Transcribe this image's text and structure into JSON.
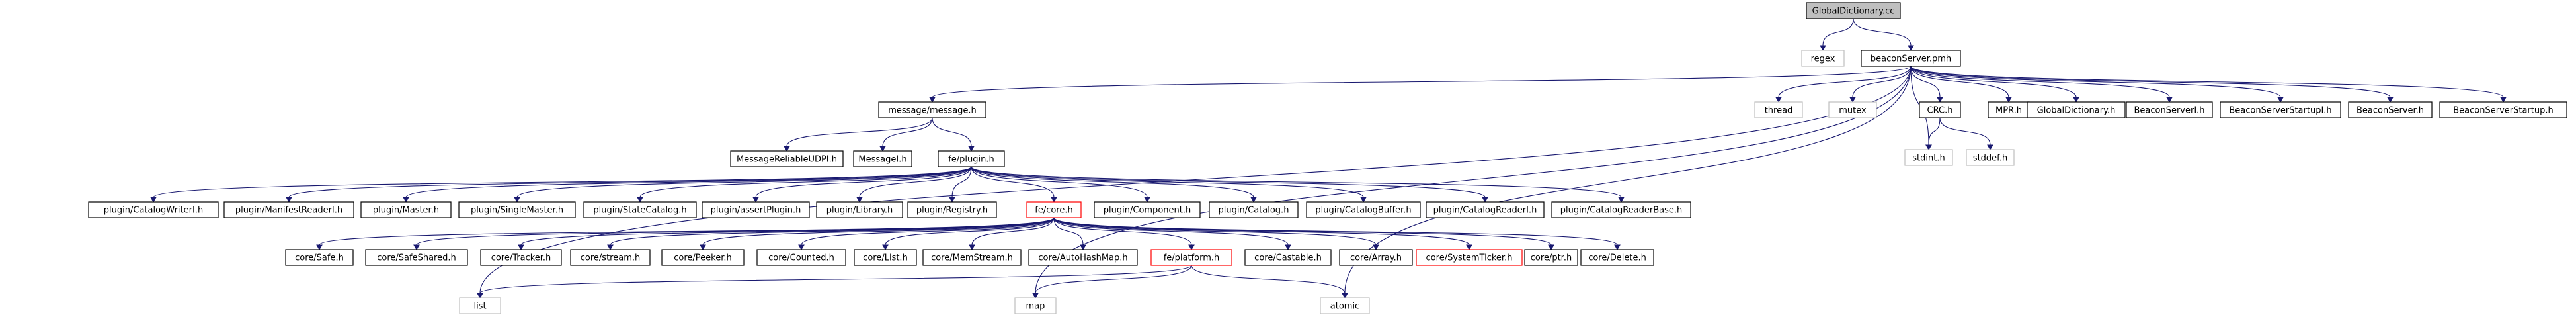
{
  "nodes": [
    {
      "id": "root",
      "label": "GlobalDictionary.cc",
      "style": "root"
    },
    {
      "id": "regex",
      "label": "regex",
      "style": "ext"
    },
    {
      "id": "beacon_pmh",
      "label": "beaconServer.pmh",
      "style": "plain"
    },
    {
      "id": "message_h",
      "label": "message/message.h",
      "style": "plain"
    },
    {
      "id": "thread",
      "label": "thread",
      "style": "ext"
    },
    {
      "id": "mutex",
      "label": "mutex",
      "style": "ext"
    },
    {
      "id": "crc_h",
      "label": "CRC.h",
      "style": "plain"
    },
    {
      "id": "mpr_h",
      "label": "MPR.h",
      "style": "plain"
    },
    {
      "id": "globaldict_h",
      "label": "GlobalDictionary.h",
      "style": "plain"
    },
    {
      "id": "beaconserveri_h",
      "label": "BeaconServerI.h",
      "style": "plain"
    },
    {
      "id": "beaconstartupi_h",
      "label": "BeaconServerStartupI.h",
      "style": "plain"
    },
    {
      "id": "beaconserver_h",
      "label": "BeaconServer.h",
      "style": "plain"
    },
    {
      "id": "beaconstartup_h",
      "label": "BeaconServerStartup.h",
      "style": "plain"
    },
    {
      "id": "stdint_h",
      "label": "stdint.h",
      "style": "ext"
    },
    {
      "id": "stddef_h",
      "label": "stddef.h",
      "style": "ext"
    },
    {
      "id": "msgreliable_h",
      "label": "MessageReliableUDPI.h",
      "style": "plain"
    },
    {
      "id": "messagei_h",
      "label": "MessageI.h",
      "style": "plain"
    },
    {
      "id": "plugin_h",
      "label": "fe/plugin.h",
      "style": "plain"
    },
    {
      "id": "p_catwriter",
      "label": "plugin/CatalogWriterI.h",
      "style": "plain"
    },
    {
      "id": "p_manifest",
      "label": "plugin/ManifestReaderI.h",
      "style": "plain"
    },
    {
      "id": "p_master",
      "label": "plugin/Master.h",
      "style": "plain"
    },
    {
      "id": "p_single",
      "label": "plugin/SingleMaster.h",
      "style": "plain"
    },
    {
      "id": "p_state",
      "label": "plugin/StateCatalog.h",
      "style": "plain"
    },
    {
      "id": "p_assert",
      "label": "plugin/assertPlugin.h",
      "style": "plain"
    },
    {
      "id": "p_library",
      "label": "plugin/Library.h",
      "style": "plain"
    },
    {
      "id": "p_registry",
      "label": "plugin/Registry.h",
      "style": "plain"
    },
    {
      "id": "core_h",
      "label": "fe/core.h",
      "style": "red"
    },
    {
      "id": "p_component",
      "label": "plugin/Component.h",
      "style": "plain"
    },
    {
      "id": "p_catalog",
      "label": "plugin/Catalog.h",
      "style": "plain"
    },
    {
      "id": "p_catbuffer",
      "label": "plugin/CatalogBuffer.h",
      "style": "plain"
    },
    {
      "id": "p_catreader",
      "label": "plugin/CatalogReaderI.h",
      "style": "plain"
    },
    {
      "id": "p_catreaderbase",
      "label": "plugin/CatalogReaderBase.h",
      "style": "plain"
    },
    {
      "id": "c_safe",
      "label": "core/Safe.h",
      "style": "plain"
    },
    {
      "id": "c_safeshared",
      "label": "core/SafeShared.h",
      "style": "plain"
    },
    {
      "id": "c_tracker",
      "label": "core/Tracker.h",
      "style": "plain"
    },
    {
      "id": "c_stream",
      "label": "core/stream.h",
      "style": "plain"
    },
    {
      "id": "c_peeker",
      "label": "core/Peeker.h",
      "style": "plain"
    },
    {
      "id": "c_counted",
      "label": "core/Counted.h",
      "style": "plain"
    },
    {
      "id": "c_list",
      "label": "core/List.h",
      "style": "plain"
    },
    {
      "id": "c_memstream",
      "label": "core/MemStream.h",
      "style": "plain"
    },
    {
      "id": "c_automap",
      "label": "core/AutoHashMap.h",
      "style": "plain"
    },
    {
      "id": "platform_h",
      "label": "fe/platform.h",
      "style": "red"
    },
    {
      "id": "c_castable",
      "label": "core/Castable.h",
      "style": "plain"
    },
    {
      "id": "c_array",
      "label": "core/Array.h",
      "style": "plain"
    },
    {
      "id": "c_systicker",
      "label": "core/SystemTicker.h",
      "style": "red"
    },
    {
      "id": "c_ptr",
      "label": "core/ptr.h",
      "style": "plain"
    },
    {
      "id": "c_delete",
      "label": "core/Delete.h",
      "style": "plain"
    },
    {
      "id": "list",
      "label": "list",
      "style": "ext"
    },
    {
      "id": "map",
      "label": "map",
      "style": "ext"
    },
    {
      "id": "atomic",
      "label": "atomic",
      "style": "ext"
    }
  ],
  "edges": [
    [
      "root",
      "regex"
    ],
    [
      "root",
      "beacon_pmh"
    ],
    [
      "beacon_pmh",
      "message_h"
    ],
    [
      "beacon_pmh",
      "thread"
    ],
    [
      "beacon_pmh",
      "mutex"
    ],
    [
      "beacon_pmh",
      "stdint_h"
    ],
    [
      "beacon_pmh",
      "crc_h"
    ],
    [
      "beacon_pmh",
      "mpr_h"
    ],
    [
      "beacon_pmh",
      "globaldict_h"
    ],
    [
      "beacon_pmh",
      "beaconserveri_h"
    ],
    [
      "beacon_pmh",
      "beaconstartupi_h"
    ],
    [
      "beacon_pmh",
      "beaconserver_h"
    ],
    [
      "beacon_pmh",
      "beaconstartup_h"
    ],
    [
      "beacon_pmh",
      "list"
    ],
    [
      "beacon_pmh",
      "map"
    ],
    [
      "beacon_pmh",
      "atomic"
    ],
    [
      "crc_h",
      "stdint_h"
    ],
    [
      "crc_h",
      "stddef_h"
    ],
    [
      "message_h",
      "msgreliable_h"
    ],
    [
      "message_h",
      "messagei_h"
    ],
    [
      "message_h",
      "plugin_h"
    ],
    [
      "plugin_h",
      "p_catwriter"
    ],
    [
      "plugin_h",
      "p_manifest"
    ],
    [
      "plugin_h",
      "p_master"
    ],
    [
      "plugin_h",
      "p_single"
    ],
    [
      "plugin_h",
      "p_state"
    ],
    [
      "plugin_h",
      "p_assert"
    ],
    [
      "plugin_h",
      "p_library"
    ],
    [
      "plugin_h",
      "p_registry"
    ],
    [
      "plugin_h",
      "core_h"
    ],
    [
      "plugin_h",
      "p_component"
    ],
    [
      "plugin_h",
      "p_catalog"
    ],
    [
      "plugin_h",
      "p_catbuffer"
    ],
    [
      "plugin_h",
      "p_catreader"
    ],
    [
      "plugin_h",
      "p_catreaderbase"
    ],
    [
      "core_h",
      "c_safe"
    ],
    [
      "core_h",
      "c_safeshared"
    ],
    [
      "core_h",
      "c_tracker"
    ],
    [
      "core_h",
      "c_stream"
    ],
    [
      "core_h",
      "c_peeker"
    ],
    [
      "core_h",
      "c_counted"
    ],
    [
      "core_h",
      "c_list"
    ],
    [
      "core_h",
      "c_memstream"
    ],
    [
      "core_h",
      "c_automap"
    ],
    [
      "core_h",
      "platform_h"
    ],
    [
      "core_h",
      "c_castable"
    ],
    [
      "core_h",
      "c_array"
    ],
    [
      "core_h",
      "c_systicker"
    ],
    [
      "core_h",
      "c_ptr"
    ],
    [
      "core_h",
      "c_delete"
    ],
    [
      "platform_h",
      "list"
    ],
    [
      "platform_h",
      "map"
    ],
    [
      "platform_h",
      "atomic"
    ]
  ]
}
